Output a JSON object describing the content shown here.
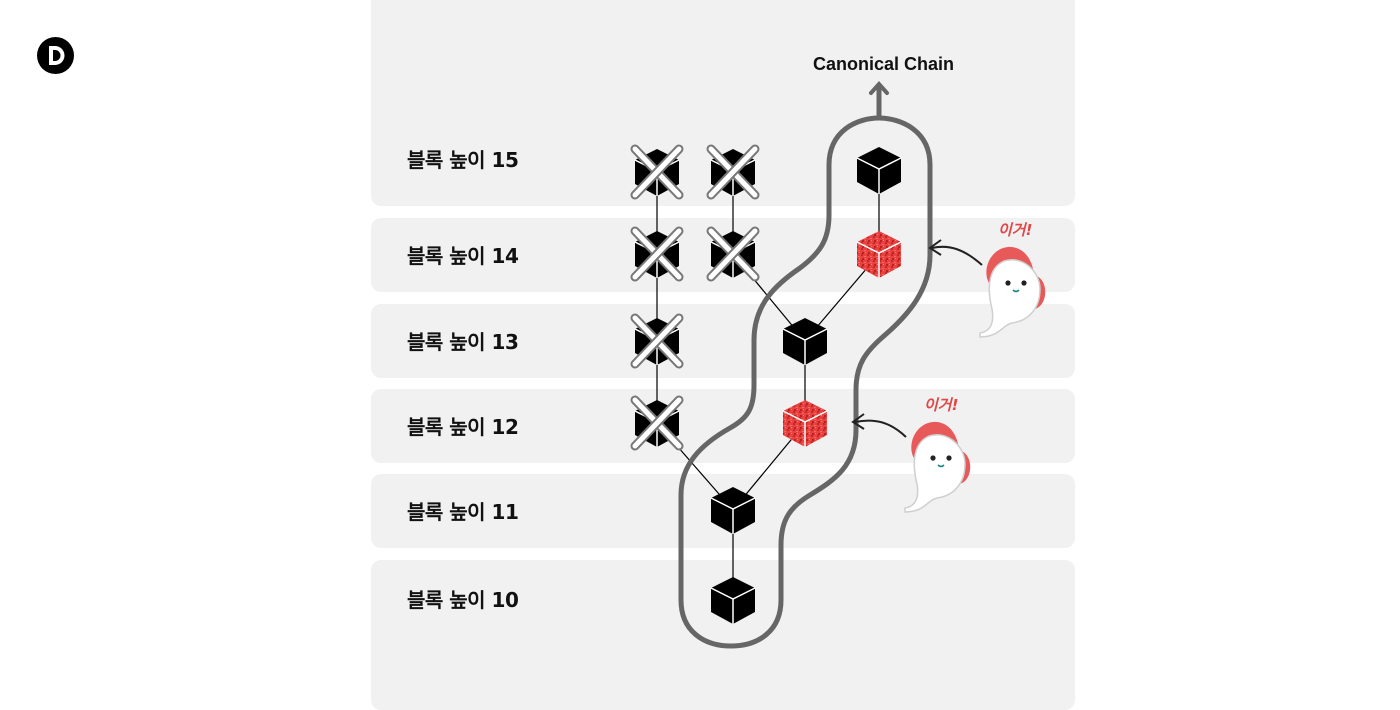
{
  "diagram": {
    "title": "Canonical Chain",
    "rows": [
      {
        "label": "블록 높이 15"
      },
      {
        "label": "블록 높이 14"
      },
      {
        "label": "블록 높이 13"
      },
      {
        "label": "블록 높이 12"
      },
      {
        "label": "블록 높이 11"
      },
      {
        "label": "블록 높이 10"
      }
    ],
    "callouts": [
      {
        "text": "이거!"
      },
      {
        "text": "이거!"
      }
    ]
  },
  "colors": {
    "row_bg": "#f1f1f1",
    "block": "#000000",
    "highlight_block": "#e8413f",
    "chain_outline": "#666666",
    "ghost_accent": "#e85a5a"
  },
  "icons": {
    "logo": "brand-logo-icon",
    "block": "cube-icon",
    "orphan_block": "crossed-cube-icon",
    "ghost": "ghost-icon"
  }
}
